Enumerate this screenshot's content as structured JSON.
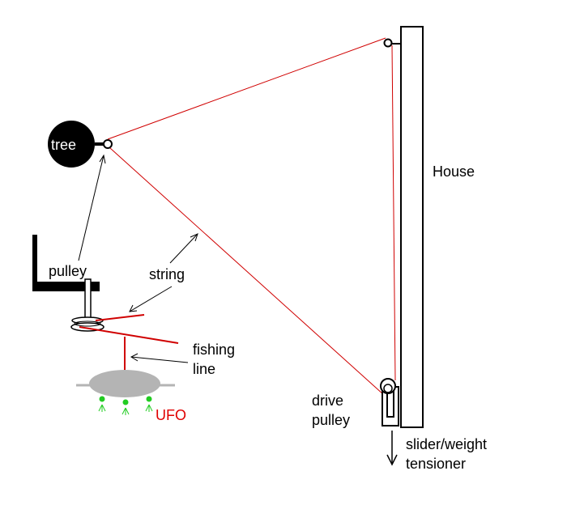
{
  "labels": {
    "tree": "tree",
    "house": "House",
    "pulley": "pulley",
    "string": "string",
    "fishing_line": [
      "fishing",
      "line"
    ],
    "drive_pulley": [
      "drive",
      "pulley"
    ],
    "ufo": "UFO",
    "tensioner": [
      "slider/weight",
      "tensioner"
    ]
  },
  "colors": {
    "string_line": "#d00000",
    "ufo_label": "#e00000",
    "ufo_body": "#b4b4b4",
    "ufo_lights": "#22cc22",
    "outline": "#000000"
  }
}
